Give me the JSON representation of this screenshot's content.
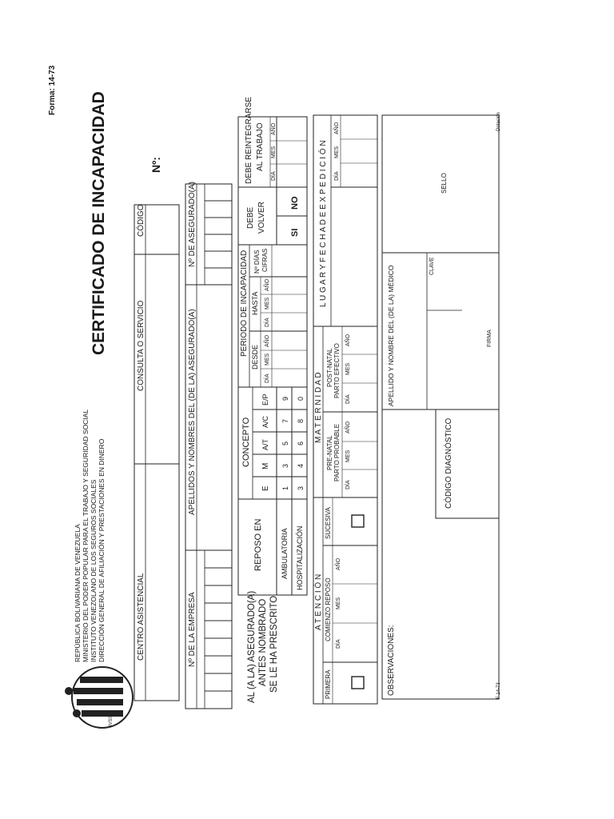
{
  "form_code": "Forma: 14-73",
  "title": "CERTIFICADO DE INCAPACIDAD",
  "number_label": "Nº:",
  "header_lines": [
    "REPÚBLICA BOLIVARIANA DE VENEZUELA",
    "MINISTERIO DEL PODER POPULAR PARA EL TRABAJO Y SEGURIDAD SOCIAL",
    "INSTITUTO VENEZOLANO DE LOS SEGUROS SOCIALES",
    "DIRECCIÓN GENERAL DE AFILIACIÓN Y PRESTACIONES EN DINERO"
  ],
  "logo_text": "IVSS",
  "row1": {
    "centro": "CENTRO ASISTENCIAL",
    "consulta": "CONSULTA O SERVICIO",
    "codigo": "CÓDIGO"
  },
  "row2": {
    "empresa": "Nº DE LA EMPRESA",
    "apellidos": "APELLIDOS Y NOMBRES DEL (DE LA) ASEGURADO(A)",
    "asegurado_no": "Nº DE ASEGURADO(A)"
  },
  "left_note": [
    "AL (A LA) ASEGURADO(A)",
    "ANTES NOMBRADO",
    "SE LE HA PRESCRITO"
  ],
  "reposo": {
    "label": "REPOSO EN",
    "ambulatoria": "AMBULATORIA",
    "hospitalizacion": "HOSPITALIZACIÓN"
  },
  "concepto": {
    "label": "CONCEPTO",
    "headers": [
      "E",
      "M",
      "A/T",
      "A/C",
      "E/P"
    ],
    "ambulatoria": [
      "1",
      "3",
      "5",
      "7",
      "9"
    ],
    "hospitalizacion": [
      "3",
      "4",
      "6",
      "8",
      "0"
    ]
  },
  "periodo": {
    "label": "PERIODO DE INCAPACIDAD",
    "desde": "DESDE",
    "hasta": "HASTA",
    "dias_cifras": [
      "Nº DÍAS",
      "CIFRAS"
    ]
  },
  "debe_volver": {
    "label": [
      "DEBE",
      "VOLVER"
    ],
    "si": "SI",
    "no": "NO"
  },
  "reintegrarse": [
    "DEBE REINTEGRARSE",
    "AL TRABAJO"
  ],
  "date_parts": [
    "DÍA",
    "MES",
    "AÑO"
  ],
  "date_parts_short": [
    "DÍA",
    "MES"
  ],
  "atencion": {
    "label": "A T E N C I Ó N",
    "primera": "PRIMERA",
    "comienzo": "COMIENZO REPOSO",
    "sucesiva": "SUCESIVA"
  },
  "maternidad": {
    "label": "M A T E R N I D A D",
    "prenatal": [
      "PRE-NATAL",
      "PARTO PROBABLE"
    ],
    "postnatal": [
      "POST-NATAL",
      "PARTO EFECTIVO"
    ]
  },
  "lugar_fecha": "L U G A R   Y   F E C H A   D E   E X P E D I C I Ó N",
  "observaciones": "OBSERVACIONES:",
  "codigo_diagnostico": "CÓDIGO DIAGNÓSTICO",
  "medico": {
    "label": "APELLIDO Y NOMBRE DEL (DE LA) MÉDICO",
    "clave": "CLAVE",
    "firma": "FIRMA"
  },
  "sello": "SELLO",
  "footer_left": "F 14-73",
  "footer_right": "Dotación"
}
